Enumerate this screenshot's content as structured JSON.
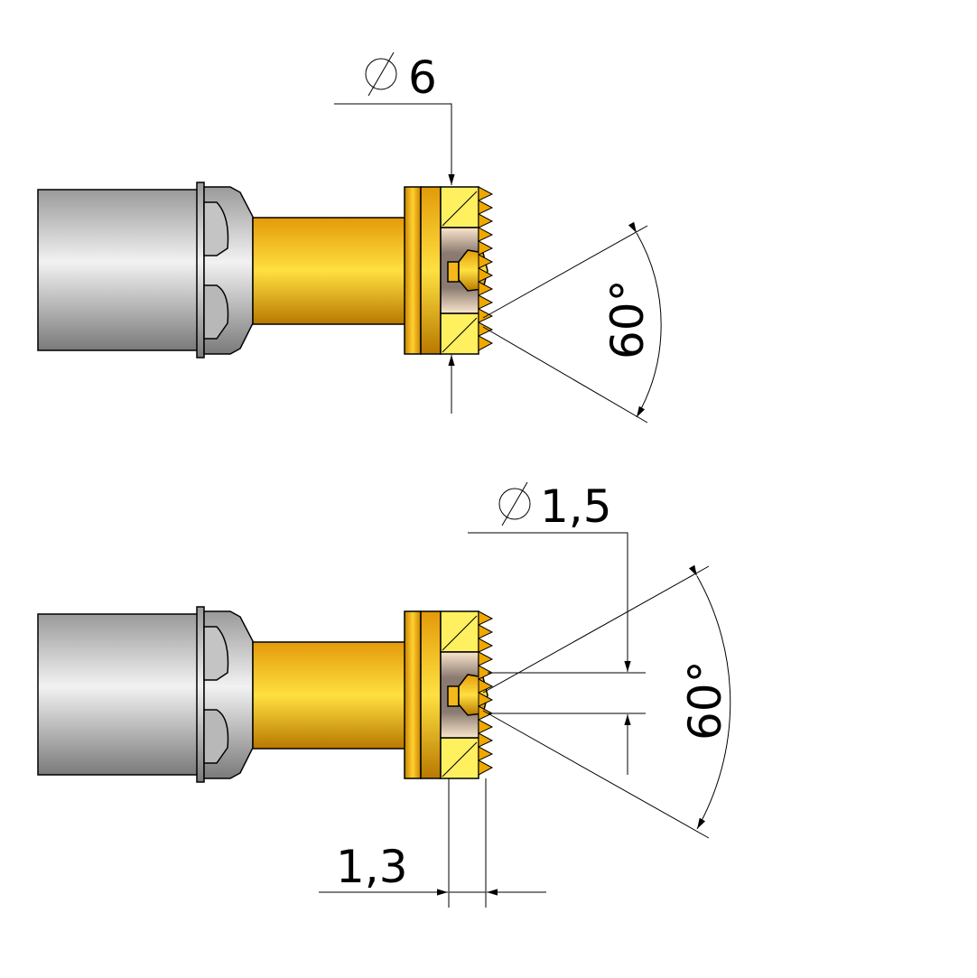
{
  "drawing": {
    "top_view": {
      "diameter_label": "6",
      "angle_label": "60°"
    },
    "bottom_view": {
      "diameter_label": "1,5",
      "angle_label": "60°",
      "depth_label": "1,3"
    },
    "colors": {
      "gold": "#f5b81a",
      "tip_yellow": "#fff060",
      "steel": "#c8c8c8"
    }
  }
}
